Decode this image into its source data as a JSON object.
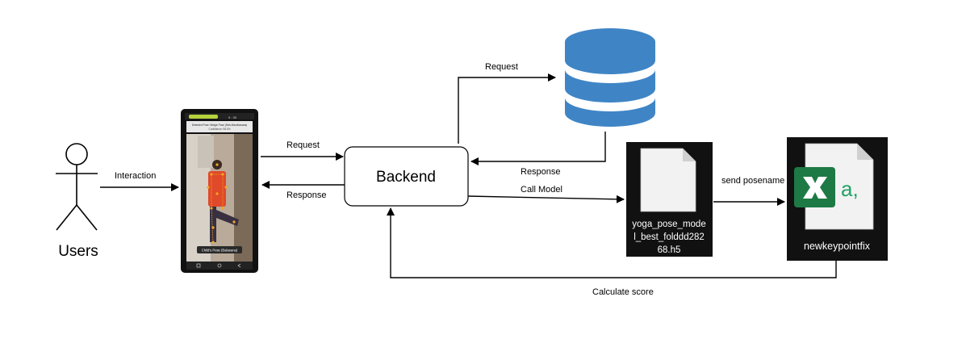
{
  "actor": {
    "label": "Users"
  },
  "phone": {
    "status": "9 : 30",
    "detected": "Detected Pose: Bridge Pose (Setu Bandhasana)",
    "confidence": "Confidence: 98.0%",
    "pose_label": "Child's Pose (Balasana)"
  },
  "nodes": {
    "backend": "Backend",
    "model_file": "yoga_pose_model_best_folddd28268.h5",
    "model_file_lines": [
      "yoga_pose_mode",
      "l_best_folddd282",
      "68.h5"
    ],
    "excel_file": "newkeypointfix"
  },
  "edges": {
    "interaction": "Interaction",
    "request_backend": "Request",
    "response_backend": "Response",
    "request_db": "Request",
    "response_db": "Response",
    "call_model": "Call Model",
    "send_posename": "send posename",
    "calculate_score": "Calculate score"
  },
  "colors": {
    "database": "#3f85c6",
    "file_bg": "#111111",
    "excel_green": "#1e7a45",
    "excel_icon_accent": "#21a366"
  },
  "icons": {
    "user": "stick-figure-icon",
    "phone": "phone-screen",
    "database": "database-icon",
    "model_file": "file-icon",
    "excel_file": "excel-file-icon"
  }
}
